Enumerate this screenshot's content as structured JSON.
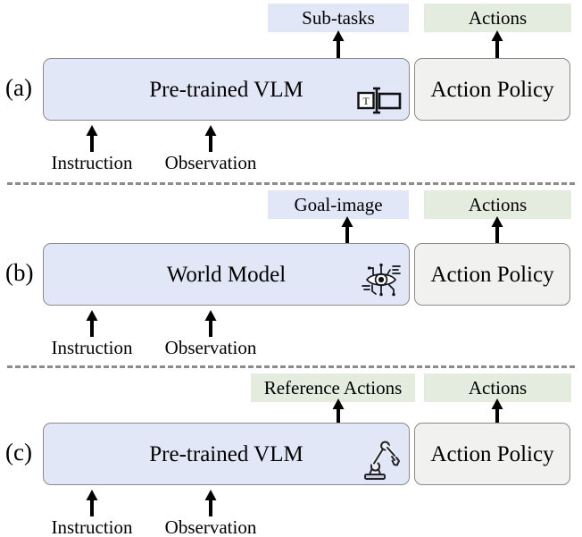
{
  "figure": {
    "caption": "",
    "background": "#ffffff",
    "colors": {
      "blue_fill": "#e2e7f7",
      "green_fill": "#e4ecdf",
      "gray_fill": "#f1f1f0",
      "box_border": "#8a8a8a",
      "divider": "#8c8c8c",
      "arrow": "#000000",
      "text": "#000000"
    }
  },
  "panels": [
    {
      "letter": "(a)",
      "model_box": {
        "label": "Pre-trained VLM",
        "fill": "blue",
        "icon": "text-prompt-icon"
      },
      "policy_box": {
        "label": "Action Policy",
        "fill": "gray"
      },
      "outputs": [
        {
          "label": "Sub-tasks",
          "fill": "blue"
        },
        {
          "label": "Actions",
          "fill": "green"
        }
      ],
      "inputs": [
        {
          "label": "Instruction"
        },
        {
          "label": "Observation"
        }
      ]
    },
    {
      "letter": "(b)",
      "model_box": {
        "label": "World Model",
        "fill": "blue",
        "icon": "circuit-eye-icon"
      },
      "policy_box": {
        "label": "Action Policy",
        "fill": "gray"
      },
      "outputs": [
        {
          "label": "Goal-image",
          "fill": "blue"
        },
        {
          "label": "Actions",
          "fill": "green"
        }
      ],
      "inputs": [
        {
          "label": "Instruction"
        },
        {
          "label": "Observation"
        }
      ]
    },
    {
      "letter": "(c)",
      "model_box": {
        "label": "Pre-trained VLM",
        "fill": "blue",
        "icon": "robot-arm-icon"
      },
      "policy_box": {
        "label": "Action Policy",
        "fill": "gray"
      },
      "outputs": [
        {
          "label": "Reference Actions",
          "fill": "green"
        },
        {
          "label": "Actions",
          "fill": "green"
        }
      ],
      "inputs": [
        {
          "label": "Instruction"
        },
        {
          "label": "Observation"
        }
      ]
    }
  ],
  "dividers": 2
}
